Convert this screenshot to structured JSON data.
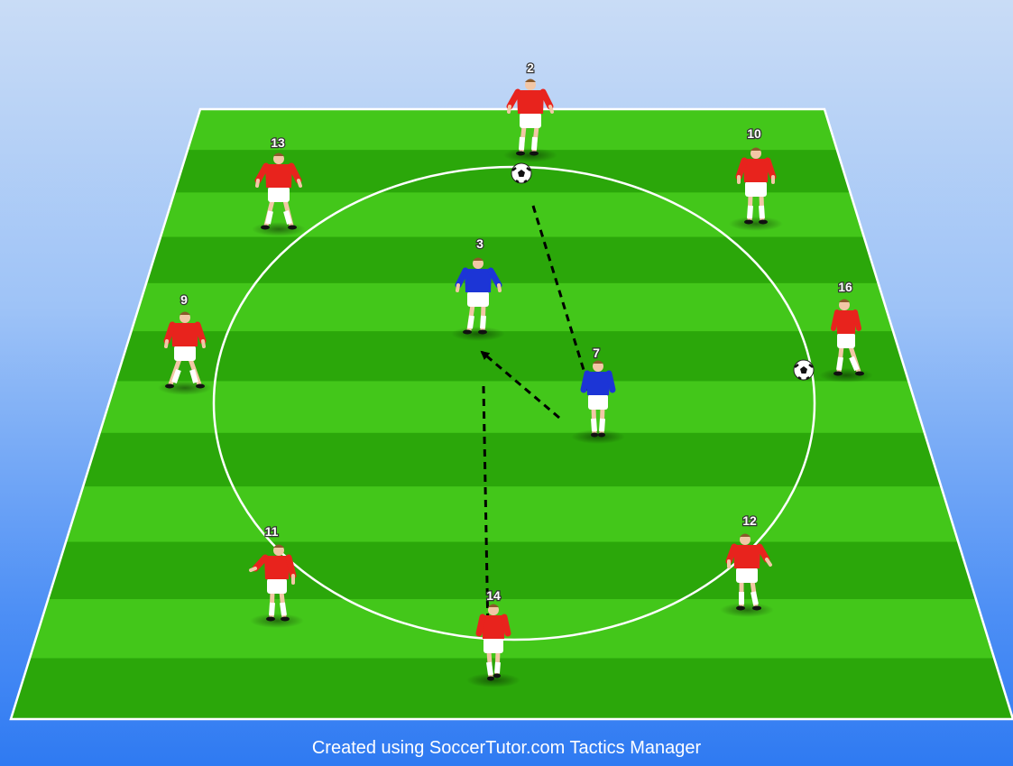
{
  "footer": {
    "text": "Created using SoccerTutor.com Tactics Manager"
  },
  "colors": {
    "pitch_light": "#43c71a",
    "pitch_dark": "#2ba70a",
    "line": "#ffffff",
    "team_red": "#e8231d",
    "team_blue": "#1c35d6"
  },
  "players": [
    {
      "number": "2",
      "team": "red"
    },
    {
      "number": "13",
      "team": "red"
    },
    {
      "number": "10",
      "team": "red"
    },
    {
      "number": "3",
      "team": "blue"
    },
    {
      "number": "9",
      "team": "red"
    },
    {
      "number": "16",
      "team": "red"
    },
    {
      "number": "7",
      "team": "blue"
    },
    {
      "number": "11",
      "team": "red"
    },
    {
      "number": "12",
      "team": "red"
    },
    {
      "number": "14",
      "team": "red"
    }
  ],
  "balls": 2,
  "arrows": 3
}
